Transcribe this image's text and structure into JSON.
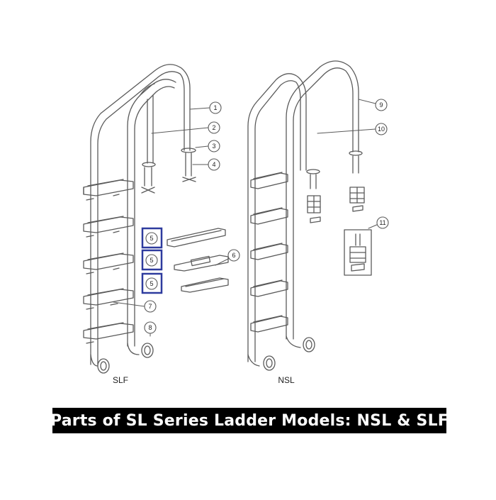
{
  "caption": "Parts of SL Series Ladder Models: NSL & SLF",
  "models": {
    "left": "SLF",
    "right": "NSL"
  },
  "callouts": [
    "1",
    "2",
    "3",
    "4",
    "5",
    "6",
    "7",
    "8",
    "9",
    "10",
    "11"
  ],
  "part_5_label": "5",
  "colors": {
    "line": "#5a5a5a",
    "highlight": "#2e3b9e",
    "background": "#ffffff",
    "caption_bg": "#000000",
    "caption_fg": "#ffffff"
  }
}
